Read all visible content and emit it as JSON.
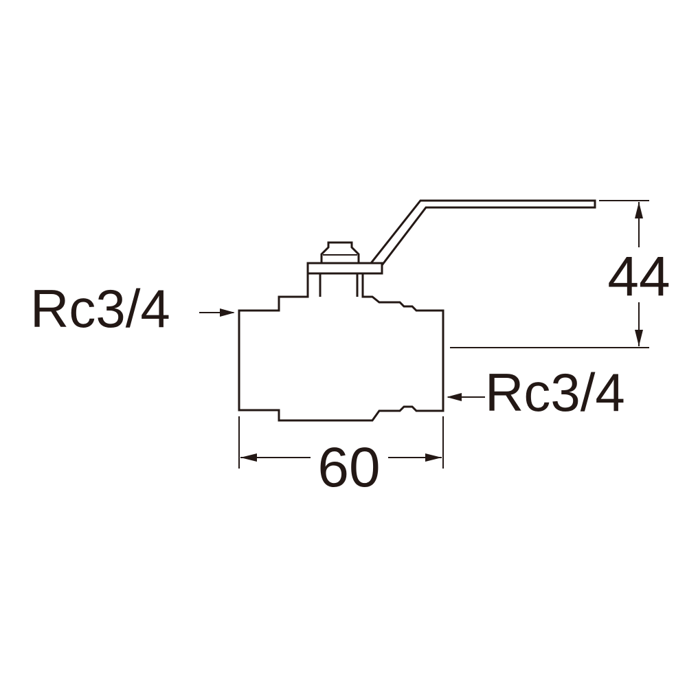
{
  "diagram": {
    "colors": {
      "line": "#231815",
      "background": "#ffffff"
    },
    "labels": {
      "port_left": "Rc3/4",
      "port_right": "Rc3/4",
      "dimension_width": "60",
      "dimension_height": "44"
    }
  }
}
